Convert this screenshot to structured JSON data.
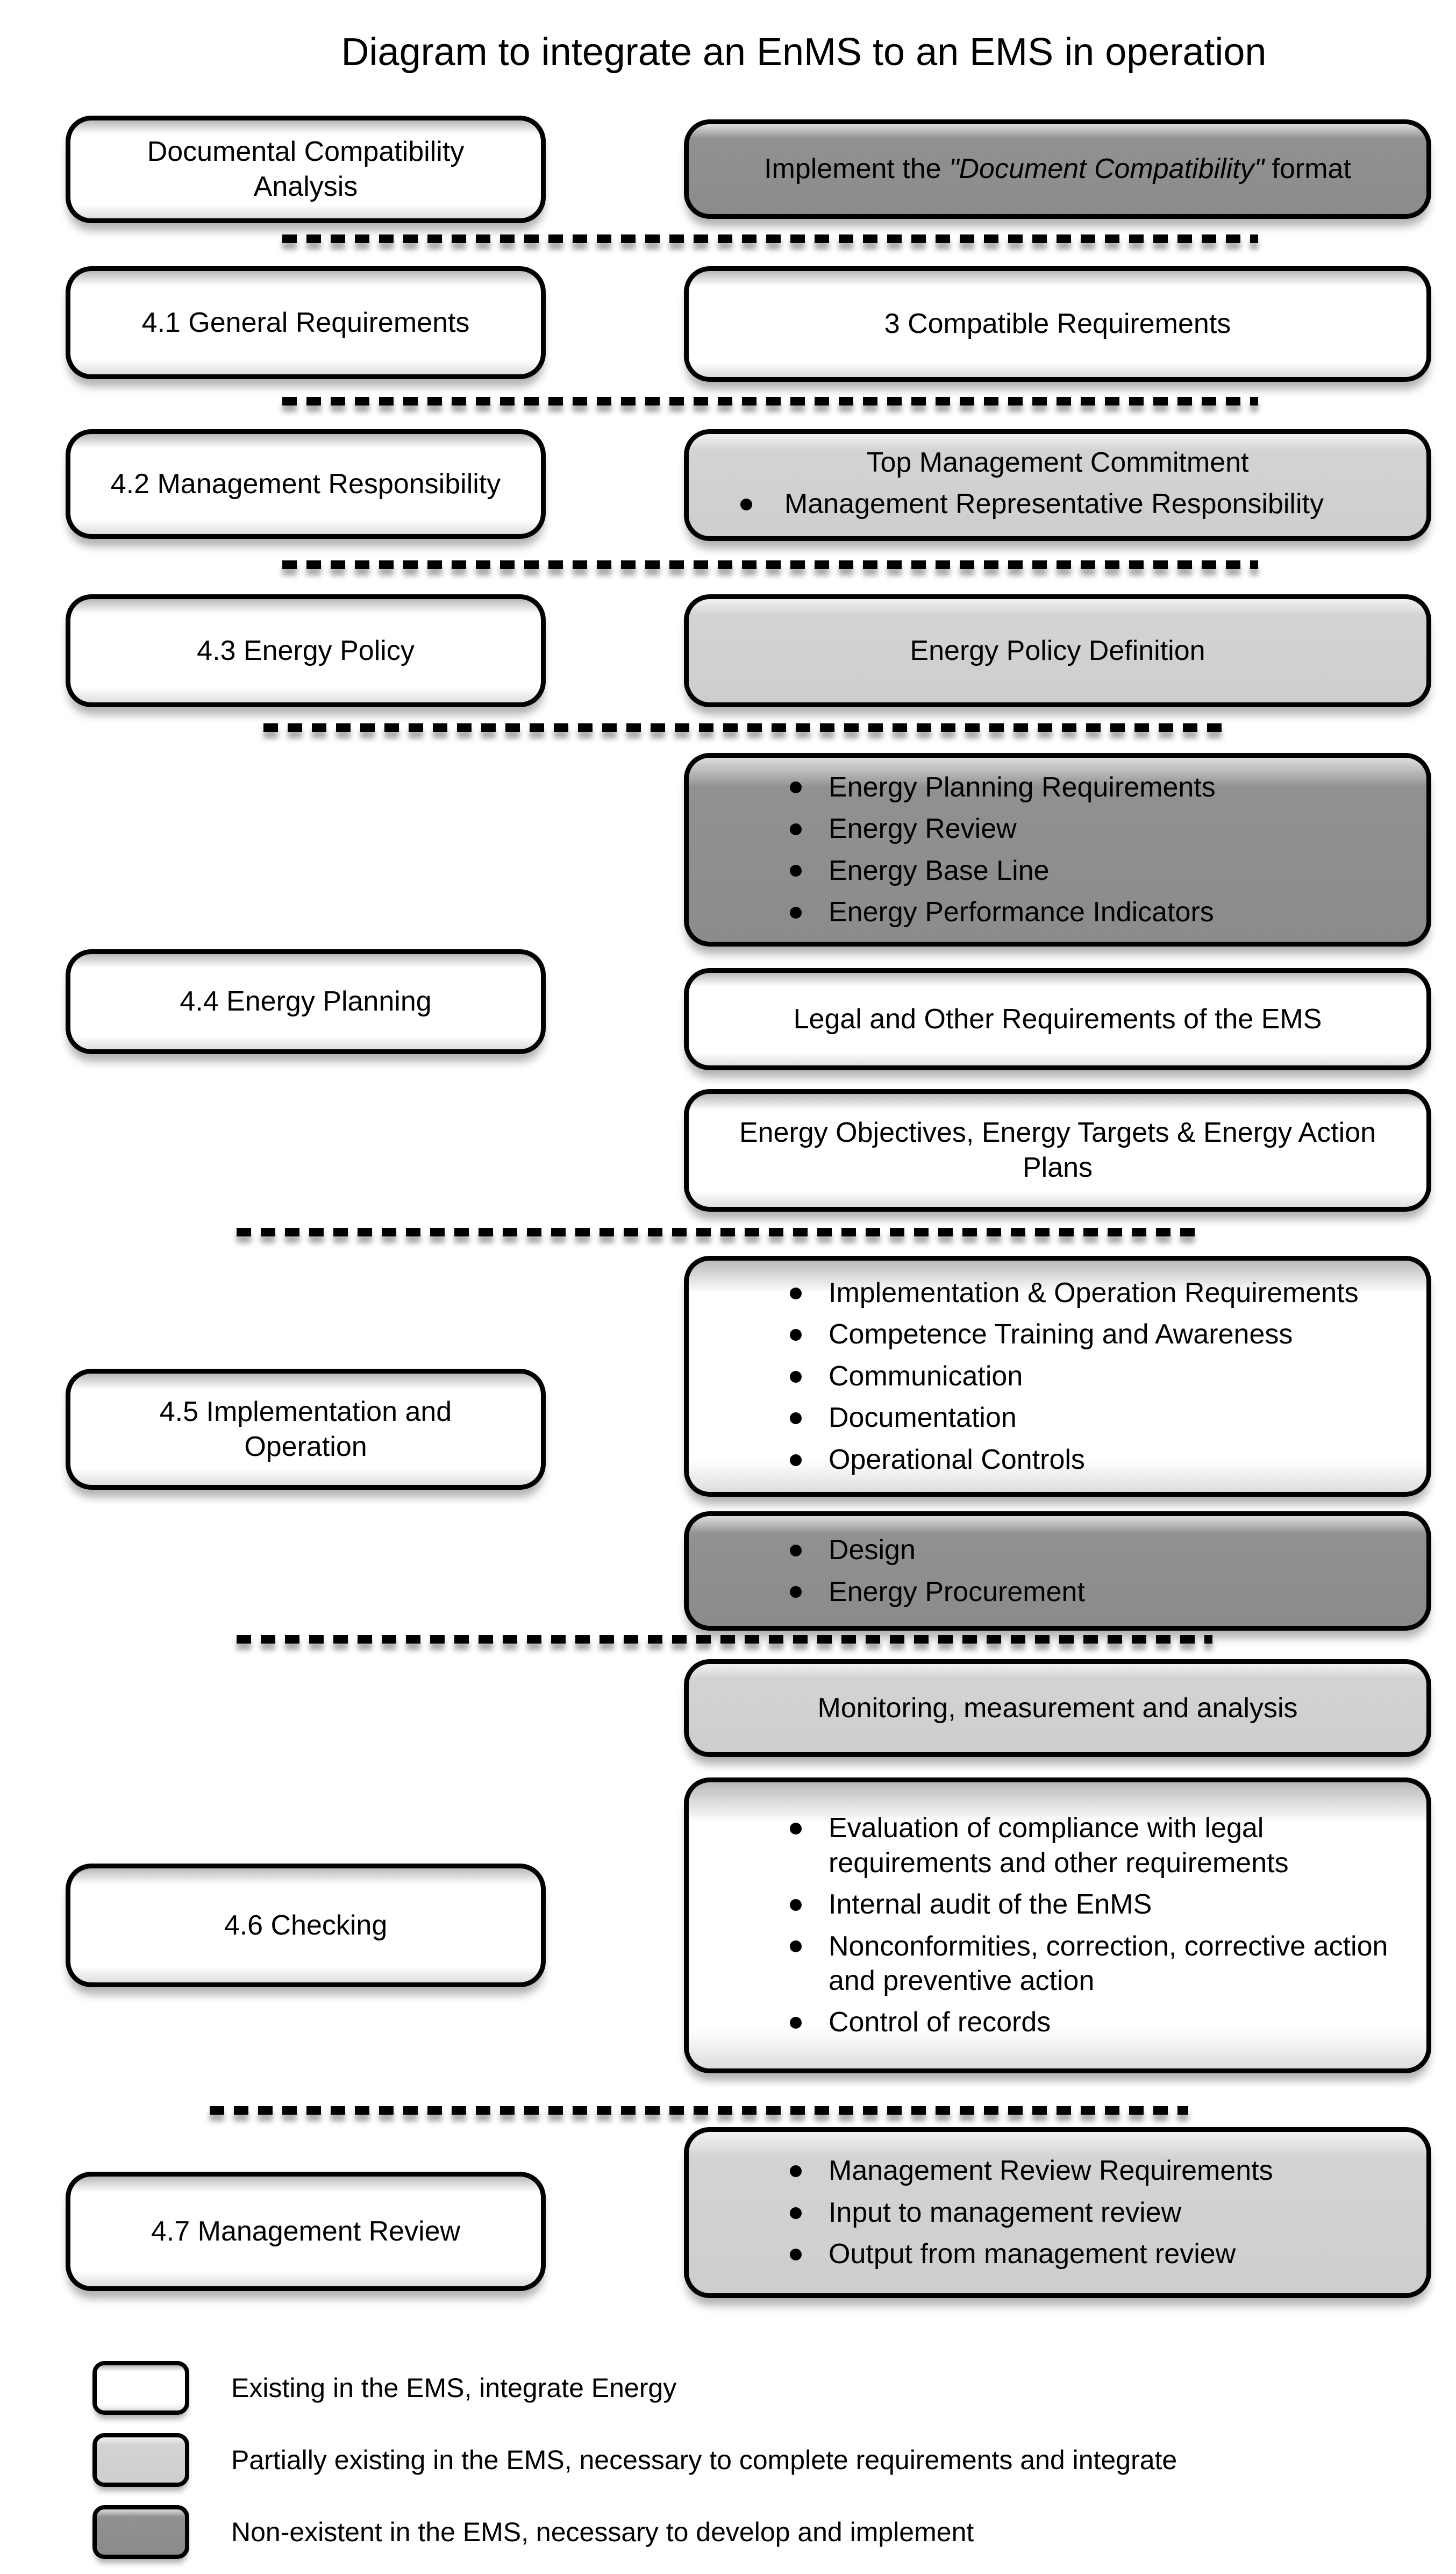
{
  "title": "Diagram to integrate an EnMS to an EMS in operation",
  "colors": {
    "white_fill": "#ffffff",
    "light_gray_fill": "#d3d3d3",
    "dark_gray_fill": "#919191",
    "border": "#000000"
  },
  "left_boxes": [
    {
      "label": "Documental Compatibility Analysis"
    },
    {
      "label": "4.1 General Requirements"
    },
    {
      "label": "4.2 Management Responsibility"
    },
    {
      "label": "4.3 Energy Policy"
    },
    {
      "label": "4.4 Energy Planning"
    },
    {
      "label": "4.5 Implementation and Operation"
    },
    {
      "label": "4.6 Checking"
    },
    {
      "label": "4.7 Management Review"
    }
  ],
  "right_boxes": [
    {
      "variant": "dark",
      "prefix": "Implement the ",
      "quoted": "\"Document Compatibility\"",
      "suffix": " format"
    },
    {
      "variant": "white",
      "text": "3 Compatible Requirements"
    },
    {
      "variant": "light",
      "heading": "Top Management Commitment",
      "items": [
        "Management Representative Responsibility"
      ]
    },
    {
      "variant": "light",
      "text": "Energy Policy Definition"
    },
    {
      "variant": "dark",
      "items": [
        "Energy Planning Requirements",
        "Energy Review",
        "Energy Base Line",
        "Energy Performance Indicators"
      ]
    },
    {
      "variant": "white",
      "text": "Legal and Other Requirements of the EMS"
    },
    {
      "variant": "white",
      "text": "Energy Objectives, Energy Targets & Energy Action Plans"
    },
    {
      "variant": "white",
      "items": [
        "Implementation & Operation Requirements",
        "Competence Training and Awareness",
        "Communication",
        "Documentation",
        "Operational Controls"
      ]
    },
    {
      "variant": "dark",
      "items": [
        "Design",
        "Energy Procurement"
      ]
    },
    {
      "variant": "light",
      "text": "Monitoring, measurement and analysis"
    },
    {
      "variant": "white",
      "items": [
        "Evaluation of compliance with legal requirements and other requirements",
        "Internal audit of the EnMS",
        "Nonconformities, correction, corrective action and preventive action",
        "Control of records"
      ]
    },
    {
      "variant": "light",
      "items": [
        "Management Review Requirements",
        "Input to management review",
        "Output from management review"
      ]
    }
  ],
  "legend": [
    {
      "variant": "white",
      "label": "Existing in the EMS, integrate Energy"
    },
    {
      "variant": "light",
      "label": "Partially existing in the EMS, necessary to complete requirements and integrate"
    },
    {
      "variant": "dark",
      "label": "Non-existent in the EMS, necessary to develop and implement"
    }
  ]
}
